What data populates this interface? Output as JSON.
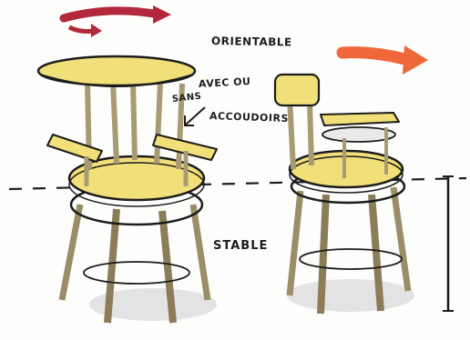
{
  "annotations": {
    "orientable": "ORIENTABLE",
    "avec_ou": "AVEC OU",
    "sans": "SANS",
    "accoudoirs": "ACCOUDOIRS",
    "stable": "STABLE"
  },
  "colors": {
    "seat_yellow": "#f1df79",
    "wood": "#a89a73",
    "ink": "#1c1c1c",
    "arrow_red": "#b3283b",
    "arrow_orange": "#f0673a",
    "shadow": "#d9d9d9"
  }
}
